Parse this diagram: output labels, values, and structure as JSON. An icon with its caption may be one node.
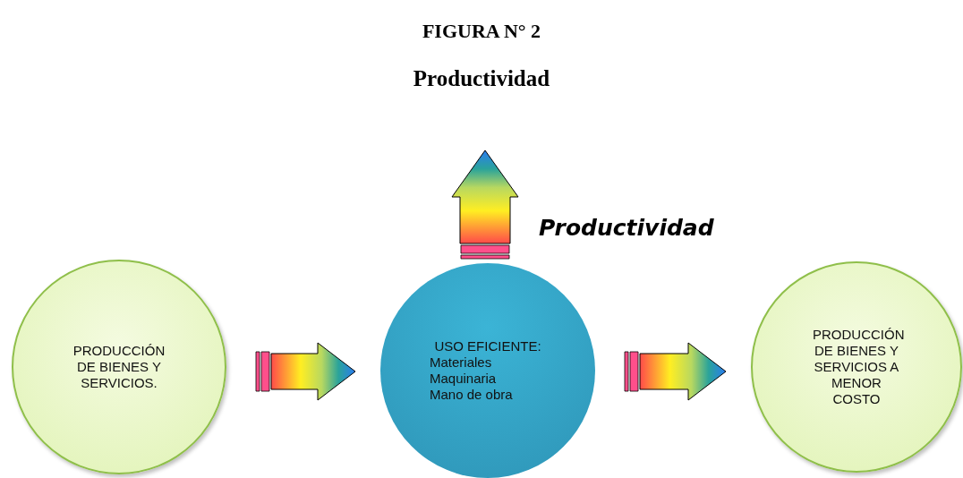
{
  "diagram": {
    "title": "FIGURA N° 2",
    "caption": "Productividad",
    "nodes": [
      {
        "text": [
          "PRODUCCIÓN DE BIENES Y SERVICIOS."
        ]
      },
      {
        "text": [
          "USO EFICIENTE:",
          "Materiales",
          "Maquinaria",
          "Mano de obra"
        ]
      },
      {
        "text": [
          "PRODUCCIÓN DE BIENES Y SERVICIOS A MENOR COSTO"
        ]
      }
    ],
    "edges": [
      {
        "from": 0,
        "to": 1,
        "arrow": "to"
      },
      {
        "from": 1,
        "to": 2,
        "arrow": "to"
      },
      {
        "from": 1,
        "to": null,
        "arrow": "to"
      }
    ],
    "labels": [
      "Productividad"
    ]
  }
}
